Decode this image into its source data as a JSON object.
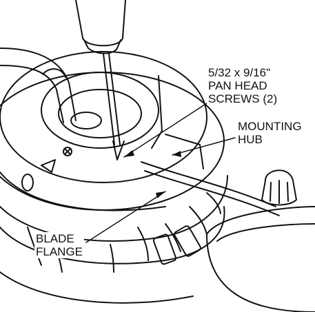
{
  "callouts": {
    "screws": {
      "lines": [
        "5/32 x 9/16\"",
        "PAN HEAD",
        "SCREWS (2)"
      ]
    },
    "hub": {
      "lines": [
        "MOUNTING",
        "HUB"
      ]
    },
    "flange": {
      "lines": [
        "BLADE",
        "FLANGE"
      ]
    }
  },
  "colors": {
    "ink": "#111111",
    "paper": "#ffffff",
    "shade": "#e6e6e6"
  }
}
